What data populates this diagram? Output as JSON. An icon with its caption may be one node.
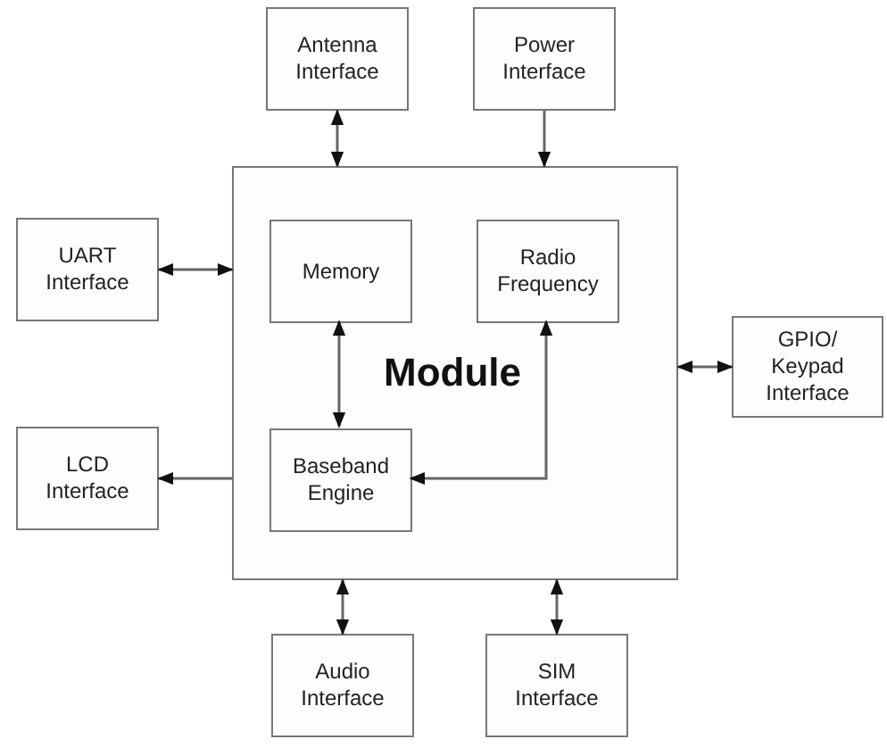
{
  "diagram": {
    "nodes": [
      {
        "text": [
          "Antenna Interface"
        ]
      },
      {
        "text": [
          "Power Interface"
        ]
      },
      {
        "text": [
          "Module"
        ]
      },
      {
        "text": [
          "UART Interface"
        ]
      },
      {
        "text": [
          "Memory"
        ],
        "in": 2
      },
      {
        "text": [
          "Radio Frequency"
        ],
        "in": 2
      },
      {
        "text": [
          "GPIO/ Keypad Interface"
        ]
      },
      {
        "text": [
          "LCD Interface"
        ]
      },
      {
        "text": [
          "Baseband Engine"
        ],
        "in": 2
      },
      {
        "text": [
          "Audio Interface"
        ]
      },
      {
        "text": [
          "SIM Interface"
        ]
      }
    ],
    "edges": [
      {
        "from": 0,
        "to": 2,
        "arrow": "both"
      },
      {
        "from": 1,
        "to": 2,
        "arrow": "to"
      },
      {
        "from": 3,
        "to": 2,
        "arrow": "both"
      },
      {
        "from": 4,
        "to": 8,
        "arrow": "both"
      },
      {
        "from": 5,
        "to": 8,
        "arrow": "both"
      },
      {
        "from": 2,
        "to": 6,
        "arrow": "both"
      },
      {
        "from": 2,
        "to": 7,
        "arrow": "to"
      },
      {
        "from": 2,
        "to": 9,
        "arrow": "both"
      },
      {
        "from": 2,
        "to": 10,
        "arrow": "both"
      }
    ]
  }
}
